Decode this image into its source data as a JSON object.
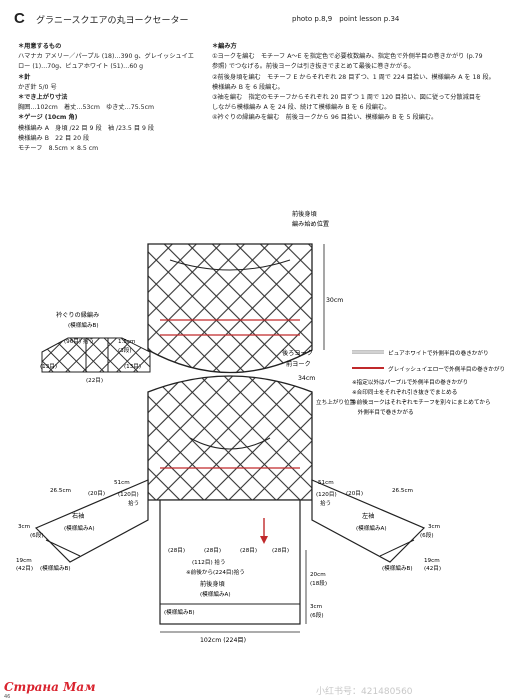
{
  "header": {
    "letter": "C",
    "title": "グラニースクエアの丸ヨークセーター",
    "photo_ref": "photo p.8,9　point lesson p.34"
  },
  "materials": {
    "heading": "＊用意するもの",
    "yarn_lines": [
      "ハマナカ アメリー／パープル (18)…390 g、グレイッシュイエ",
      "ロー (1)…70g、ピュアホワイト (51)…60 g"
    ],
    "needle_heading": "＊針",
    "needle": "かぎ針 5/0 号",
    "size_heading": "＊でき上がり寸法",
    "size": "胸囲…102cm　着丈…53cm　ゆき丈…75.5cm",
    "gauge_heading": "＊ゲージ (10cm 角)",
    "gauge_lines": [
      "模様編み A　身頃 /22 目 9 段　袖 /23.5 目 9 段",
      "模様編み B　22 目 20 段",
      "モチーフ　8.5cm × 8.5 cm"
    ]
  },
  "instructions": {
    "heading": "＊編み方",
    "lines": [
      "①ヨークを編む　モチーフ A～E を指定色で必要枚数編み、指定色で外側半目の巻きかがり (p.79",
      "参照) でつなげる。前後ヨークは引き抜きでまとめて最後に巻きかがる。",
      "②前後身頃を編む　モチーフ E からそれぞれ 28 目ずつ、1 周で 224 目拾い、模様編み A を 18 段。",
      "模様編み B を 6 段編む。",
      "③袖を編む　指定のモチーフからそれぞれ 20 目ずつ 1 周で 120 目拾い、図に従って分散減目を",
      "しながら模様編み A を 24 段、続けて模様編み B を 6 段編む。",
      "④衿ぐりの縁編みを編む　前後ヨークから 96 目拾い、模様編み B を 5 段編む。"
    ]
  },
  "diagram": {
    "start_label": "前後身頃",
    "start_label2": "編み始め位置",
    "yoke_height": "30cm",
    "back_yoke": "後ろヨーク",
    "front_yoke": "前ヨーク",
    "neck_depth": "34cm",
    "sleeve_start": "立ち上がり位置",
    "collar_title": "衿ぐりの縁編み",
    "collar_pattern": "(模様編みB)",
    "collar_count": "(96目) 拾う",
    "collar_height": "1.5cm",
    "collar_rows": "(3段)",
    "collar_side_left": "(13目)",
    "collar_side_mid": "(22目)",
    "collar_side_right": "(13目)",
    "legend": [
      "ピュアホワイトで外側半目の巻きかがり",
      "グレイッシュイエローで外側半目の巻きかがり"
    ],
    "notes": [
      "※指定以外はパープルで外側半目の巻きかがり",
      "※合印同士をそれぞれ引き抜きでまとめる",
      "※前後ヨークはそれぞれモチーフを別々にまとめてから",
      "　外側半目で巻きかがる"
    ],
    "right_sleeve": "右袖",
    "left_sleeve": "左袖",
    "sleeve_pattern_a": "(模様編みA)",
    "sleeve_pattern_b": "(模様編みB)",
    "sleeve_length": "26.5cm",
    "sleeve_upper": "51cm",
    "sleeve_upper_count": "(120目)",
    "sleeve_pick": "拾う",
    "sleeve_20": "(20目)",
    "sleeve_cuff": "3cm",
    "sleeve_cuff_rows": "(6段)",
    "sleeve_cuff_width": "19cm",
    "sleeve_cuff_count": "(42目)",
    "body_title": "前後身頃",
    "body_pattern_a": "(模様編みA)",
    "body_pattern_b": "(模様編みB)",
    "body_28": "(28目)",
    "body_112": "(112目) 拾う",
    "body_pick_total": "※前後から(224目)拾う",
    "body_height": "20cm",
    "body_rows": "(18段)",
    "body_hem": "3cm",
    "body_hem_rows": "(6段)",
    "body_width": "102cm (224目)"
  },
  "footer": {
    "logo": "Страна Мам",
    "page": "46",
    "watermark": "小红书号：421480560"
  }
}
